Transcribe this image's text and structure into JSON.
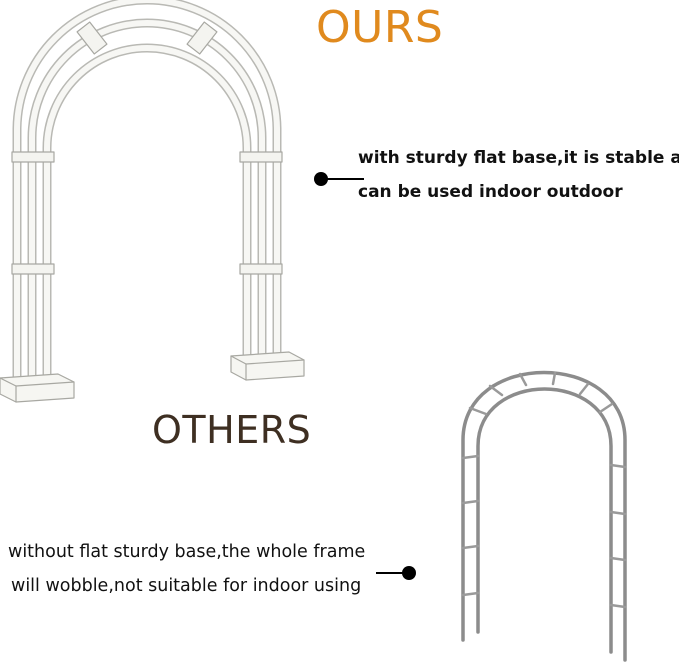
{
  "ours": {
    "title": "OURS",
    "caption_line1": "with sturdy flat base,it is stable and",
    "caption_line2": "can be used indoor outdoor",
    "title_color": "#e08a1e"
  },
  "others": {
    "title": "OTHERS",
    "caption_line1": "without flat sturdy base,the whole frame",
    "caption_line2": "will wobble,not suitable for indoor using",
    "title_color": "#3e2f22"
  },
  "icons": [
    "white-triple-arch-with-flat-base",
    "gray-ladder-arch-without-base",
    "bullet-dot"
  ]
}
